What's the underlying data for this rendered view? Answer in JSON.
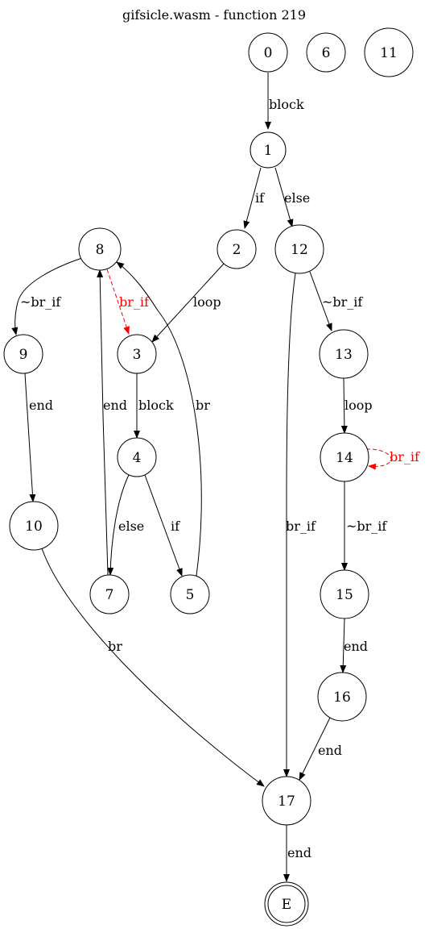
{
  "title": "gifsicle.wasm - function 219",
  "colors": {
    "normal": "#000000",
    "backedge": "#ff0000"
  },
  "nodes": [
    {
      "id": "0",
      "label": "0"
    },
    {
      "id": "6",
      "label": "6"
    },
    {
      "id": "11",
      "label": "11"
    },
    {
      "id": "1",
      "label": "1"
    },
    {
      "id": "2",
      "label": "2"
    },
    {
      "id": "12",
      "label": "12"
    },
    {
      "id": "8",
      "label": "8"
    },
    {
      "id": "9",
      "label": "9"
    },
    {
      "id": "3",
      "label": "3"
    },
    {
      "id": "13",
      "label": "13"
    },
    {
      "id": "4",
      "label": "4"
    },
    {
      "id": "14",
      "label": "14"
    },
    {
      "id": "10",
      "label": "10"
    },
    {
      "id": "7",
      "label": "7"
    },
    {
      "id": "5",
      "label": "5"
    },
    {
      "id": "15",
      "label": "15"
    },
    {
      "id": "16",
      "label": "16"
    },
    {
      "id": "17",
      "label": "17"
    },
    {
      "id": "E",
      "label": "E"
    }
  ],
  "edges": [
    {
      "from": "0",
      "to": "1",
      "label": "block"
    },
    {
      "from": "1",
      "to": "2",
      "label": "if"
    },
    {
      "from": "1",
      "to": "12",
      "label": "else"
    },
    {
      "from": "2",
      "to": "3",
      "label": "loop"
    },
    {
      "from": "12",
      "to": "13",
      "label": "~br_if"
    },
    {
      "from": "12",
      "to": "17",
      "label": "br_if"
    },
    {
      "from": "8",
      "to": "9",
      "label": "~br_if"
    },
    {
      "from": "8",
      "to": "3",
      "label": "br_if",
      "style": "dashed-red"
    },
    {
      "from": "9",
      "to": "10",
      "label": "end"
    },
    {
      "from": "3",
      "to": "4",
      "label": "block"
    },
    {
      "from": "13",
      "to": "14",
      "label": "loop"
    },
    {
      "from": "14",
      "to": "14",
      "label": "br_if",
      "style": "dashed-red"
    },
    {
      "from": "14",
      "to": "15",
      "label": "~br_if"
    },
    {
      "from": "4",
      "to": "7",
      "label": "else"
    },
    {
      "from": "4",
      "to": "5",
      "label": "if"
    },
    {
      "from": "7",
      "to": "8",
      "label": "end"
    },
    {
      "from": "5",
      "to": "8",
      "label": "br"
    },
    {
      "from": "10",
      "to": "17",
      "label": "br"
    },
    {
      "from": "15",
      "to": "16",
      "label": "end"
    },
    {
      "from": "16",
      "to": "17",
      "label": "end"
    },
    {
      "from": "17",
      "to": "E",
      "label": "end"
    }
  ]
}
